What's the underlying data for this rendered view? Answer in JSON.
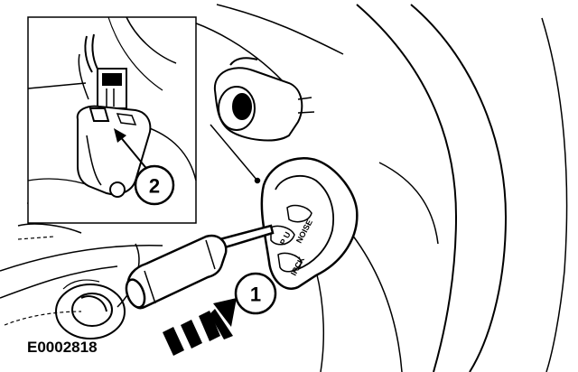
{
  "figure": {
    "reference_id": "E0002818",
    "callouts": [
      {
        "label": "1"
      },
      {
        "label": "2"
      }
    ],
    "switch_labels": {
      "label_a": "NOISE",
      "label_b": "P U",
      "label_c": "IRCK"
    }
  }
}
